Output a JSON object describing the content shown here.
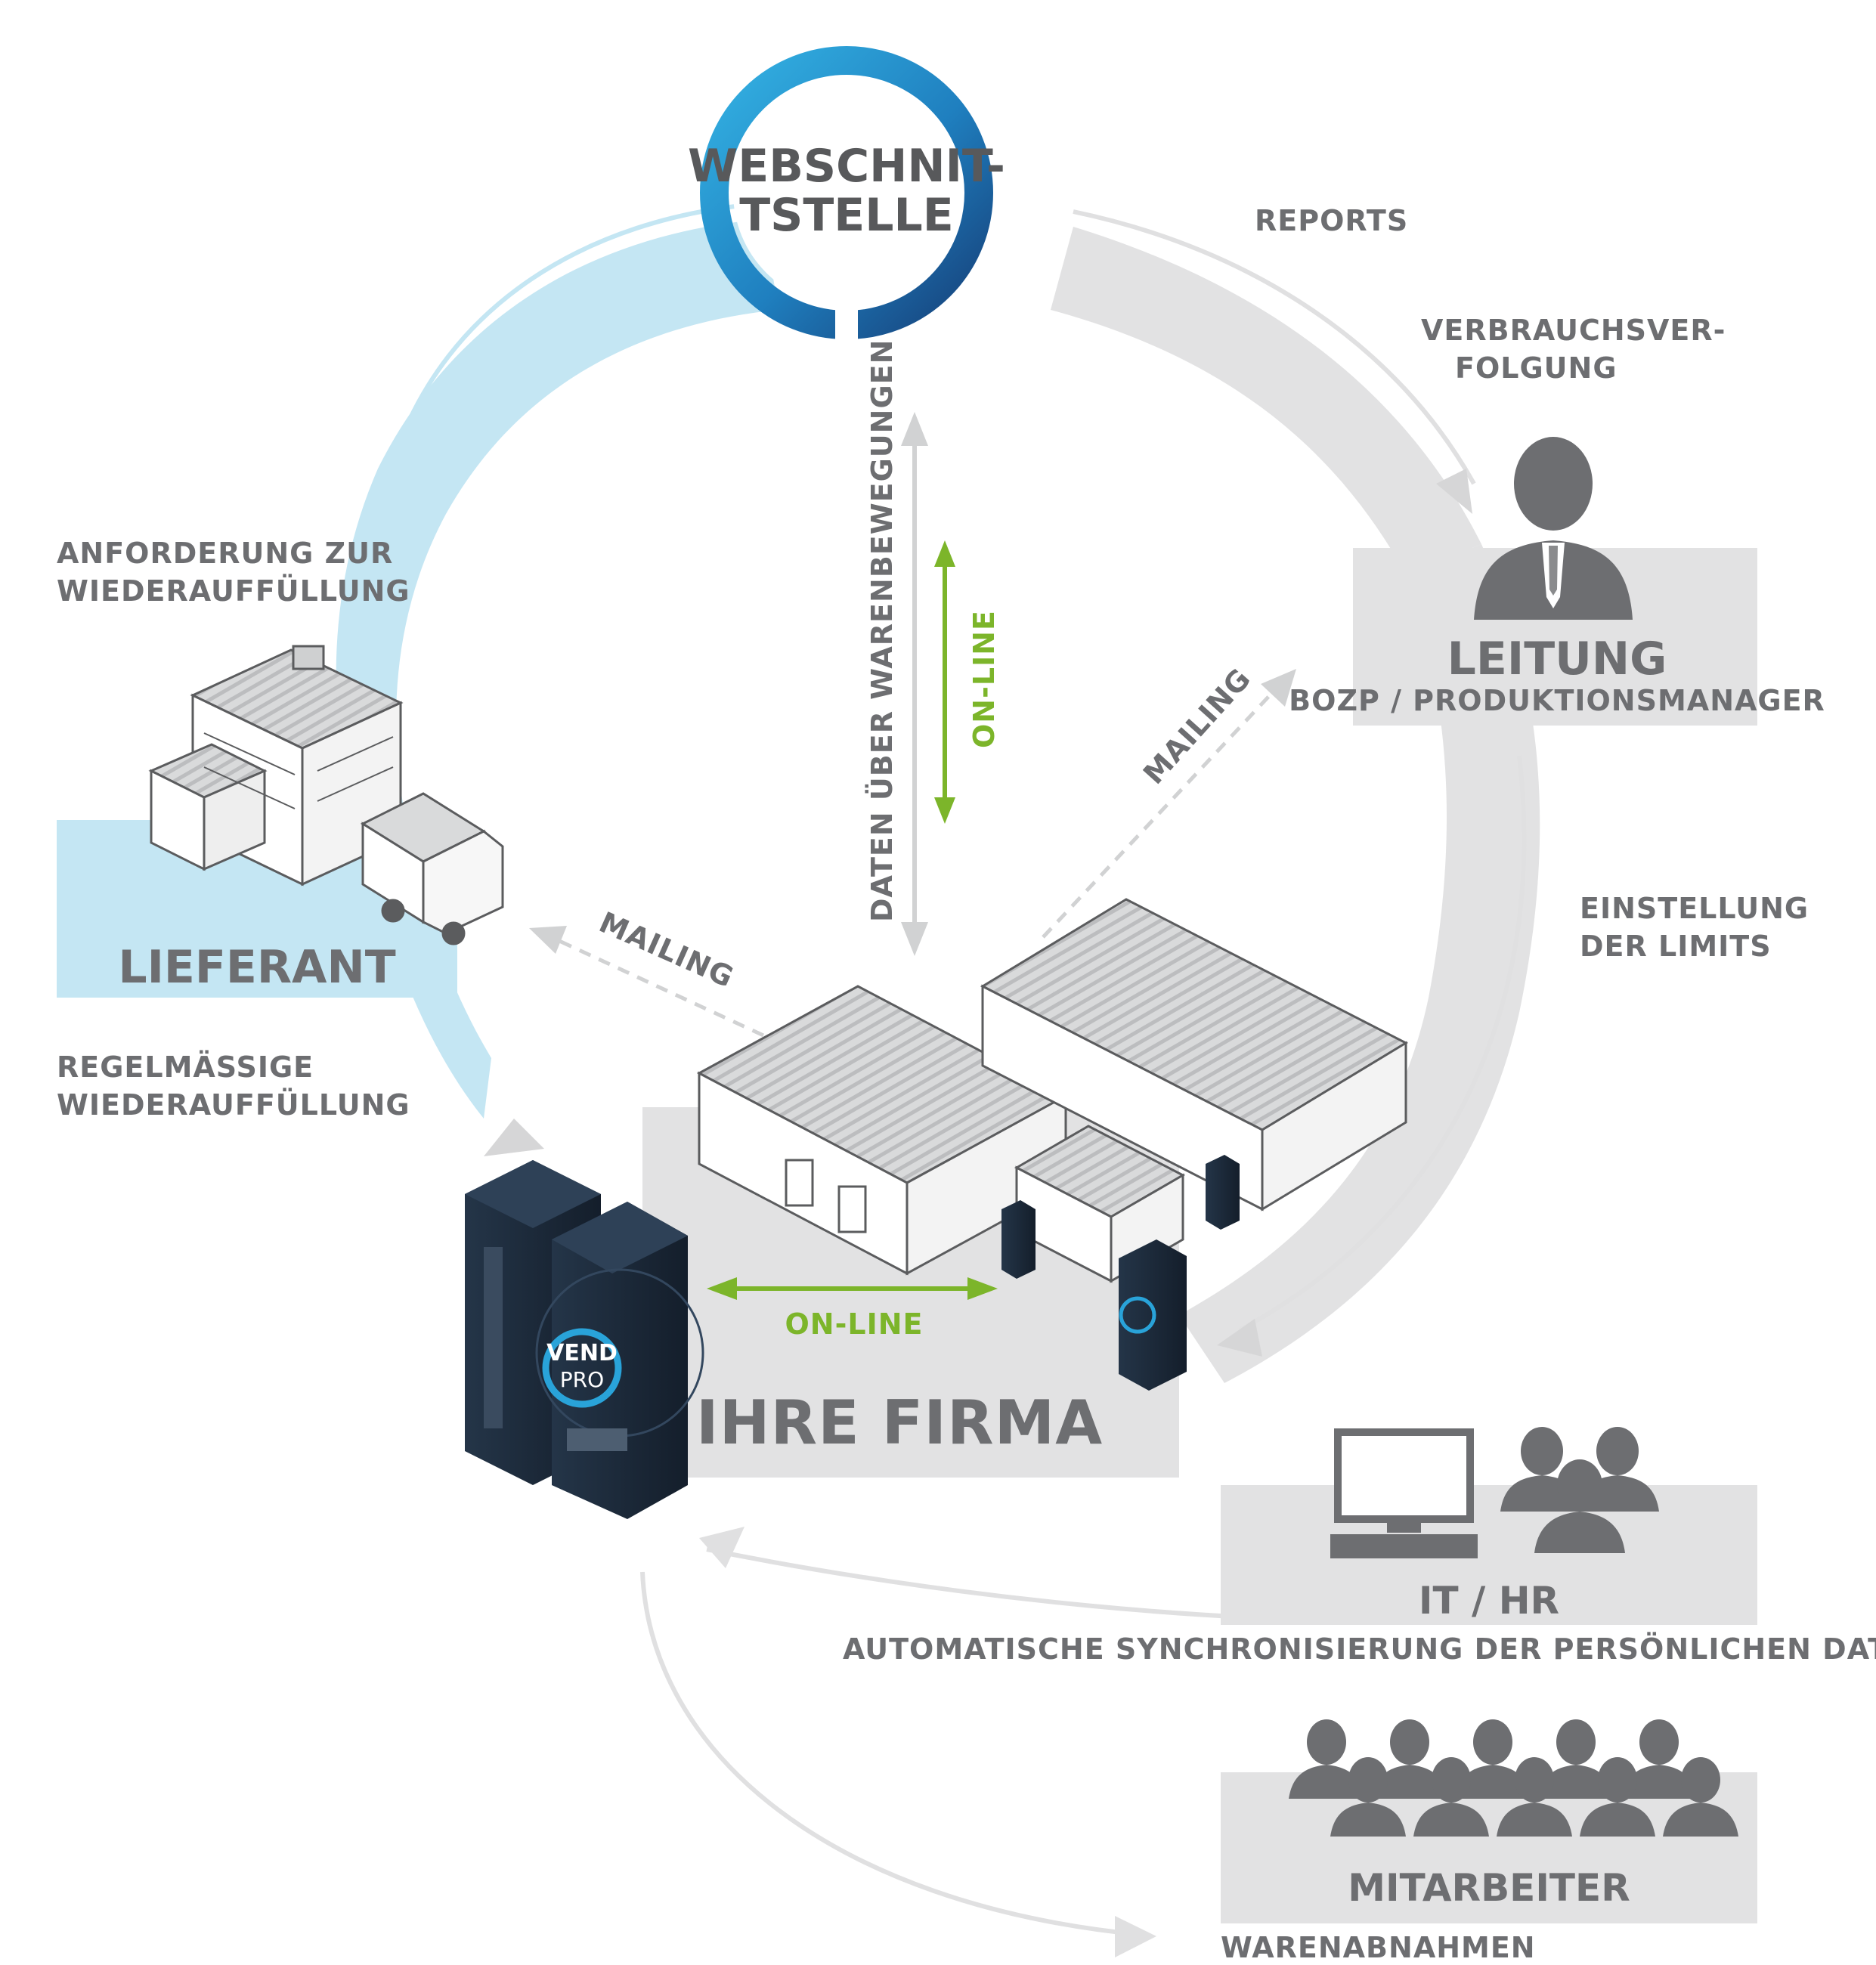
{
  "hub": {
    "line1": "WEBSCHNIT-",
    "line2": "TSTELLE"
  },
  "labels": {
    "reports": "REPORTS",
    "verbrauch_1": "VERBRAUCHSVER-",
    "verbrauch_2": "FOLGUNG",
    "anforderung_1": "ANFORDERUNG ZUR",
    "anforderung_2": "WIEDERAUFFÜLLUNG",
    "lieferant": "LIEFERANT",
    "regel_1": "REGELMÄSSIGE",
    "regel_2": "WIEDERAUFFÜLLUNG",
    "daten": "DATEN ÜBER WARENBEWEGUNGEN",
    "online_v": "ON-LINE",
    "online_h": "ON-LINE",
    "mailing_left": "MAILING",
    "mailing_right": "MAILING",
    "leitung": "LEITUNG",
    "leitung_sub": "BOZP / PRODUKTIONSMANAGER",
    "einstellung_1": "EINSTELLUNG",
    "einstellung_2": "DER LIMITS",
    "ihre_firma": "IHRE FIRMA",
    "it_hr": "IT / HR",
    "sync": "AUTOMATISCHE SYNCHRONISIERUNG DER PERSÖNLICHEN DATEN",
    "mitarbeiter": "MITARBEITER",
    "warenabnahmen": "WARENABNAHMEN"
  },
  "machine": {
    "brand_1": "VEND",
    "brand_2": "PRO"
  },
  "colors": {
    "light_blue": "#c4e6f3",
    "blue": "#29a3d9",
    "dark_blue": "#1a4f8a",
    "grey_band": "#e2e2e3",
    "text": "#6d6e71",
    "green": "#7cb52a",
    "machine": "#1c2a3c"
  },
  "icons": [
    "person-icon",
    "monitor-icon",
    "people-group-icon",
    "warehouse-icon",
    "truck-icon",
    "factory-icon",
    "vending-machine-icon"
  ]
}
